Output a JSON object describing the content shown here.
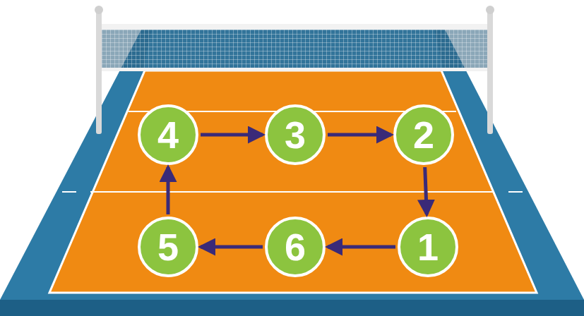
{
  "diagram": {
    "nodes": [
      {
        "text": [
          "4"
        ]
      },
      {
        "text": [
          "3"
        ]
      },
      {
        "text": [
          "2"
        ]
      },
      {
        "text": [
          "5"
        ]
      },
      {
        "text": [
          "6"
        ]
      },
      {
        "text": [
          "1"
        ]
      }
    ],
    "edges": [
      {
        "from": 0,
        "to": 1,
        "arrow": "to"
      },
      {
        "from": 1,
        "to": 2,
        "arrow": "to"
      },
      {
        "from": 2,
        "to": 5,
        "arrow": "to"
      },
      {
        "from": 5,
        "to": 4,
        "arrow": "to"
      },
      {
        "from": 4,
        "to": 3,
        "arrow": "to"
      },
      {
        "from": 3,
        "to": 0,
        "arrow": "to"
      }
    ]
  }
}
